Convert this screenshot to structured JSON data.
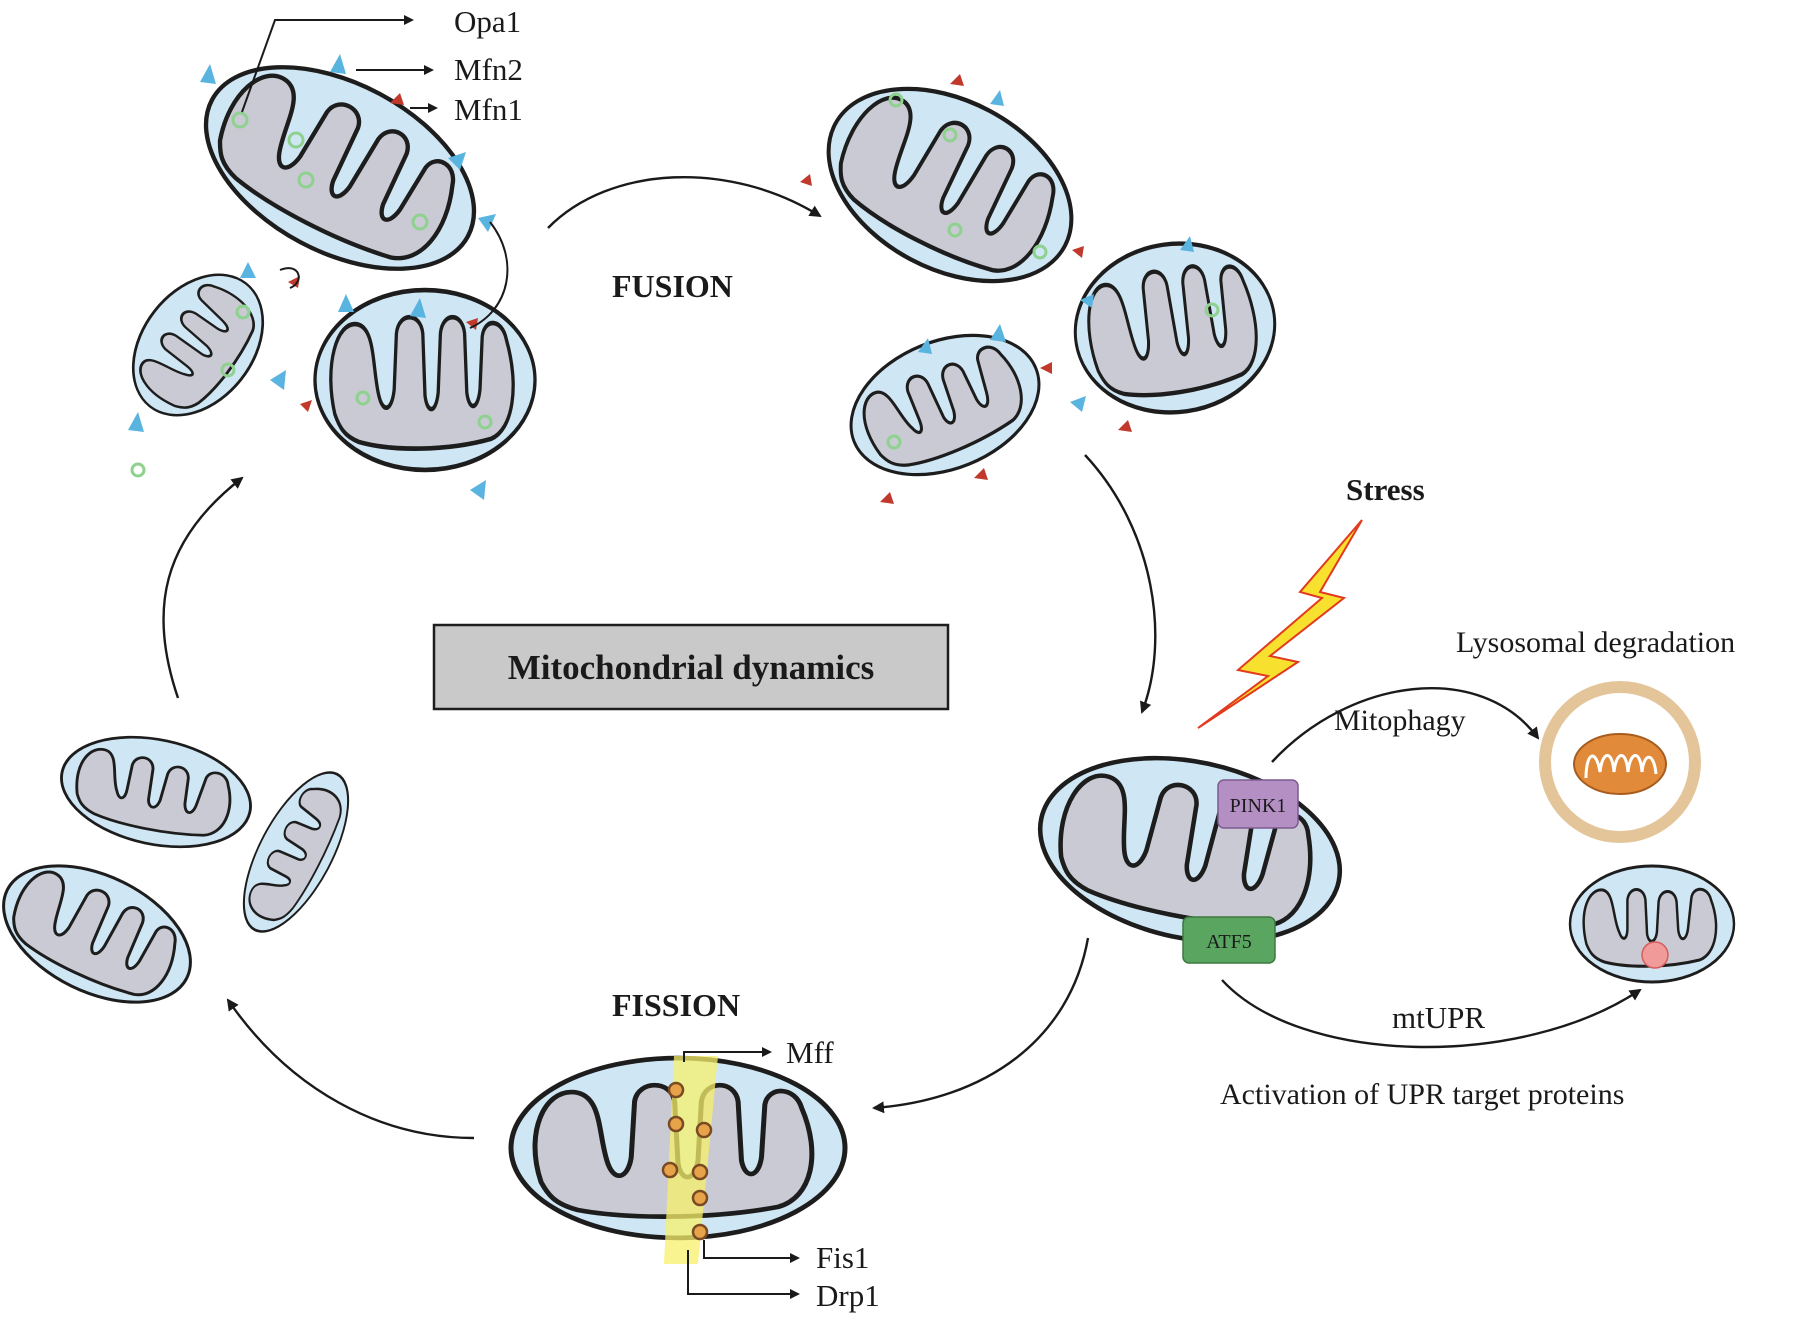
{
  "center_label": "Mitochondrial dynamics",
  "fusion": {
    "title": "FUSION",
    "proteins": [
      "Opa1",
      "Mfn2",
      "Mfn1"
    ]
  },
  "fission": {
    "title": "FISSION",
    "proteins": [
      "Mff",
      "Fis1",
      "Drp1"
    ]
  },
  "stress": {
    "title": "Stress",
    "sensors": [
      "PINK1",
      "ATF5"
    ]
  },
  "mitophagy": {
    "label": "Mitophagy",
    "outcome": "Lysosomal degradation"
  },
  "mtupr": {
    "label": "mtUPR",
    "outcome": "Activation of UPR target proteins"
  },
  "colors": {
    "outer_membrane": "#cfe6f4",
    "matrix": "#c9cad3",
    "mfn2_marker": "#5ab4e0",
    "mfn1_marker": "#c0392b",
    "opa1_marker": "#8fd18f",
    "pink1": "#b48fc4",
    "atf5": "#5aa55f",
    "lysosome": "#e4c59a",
    "damaged_mito": "#e08a3a",
    "lightning": "#f7e12e",
    "center_box": "#c9c9c9"
  }
}
